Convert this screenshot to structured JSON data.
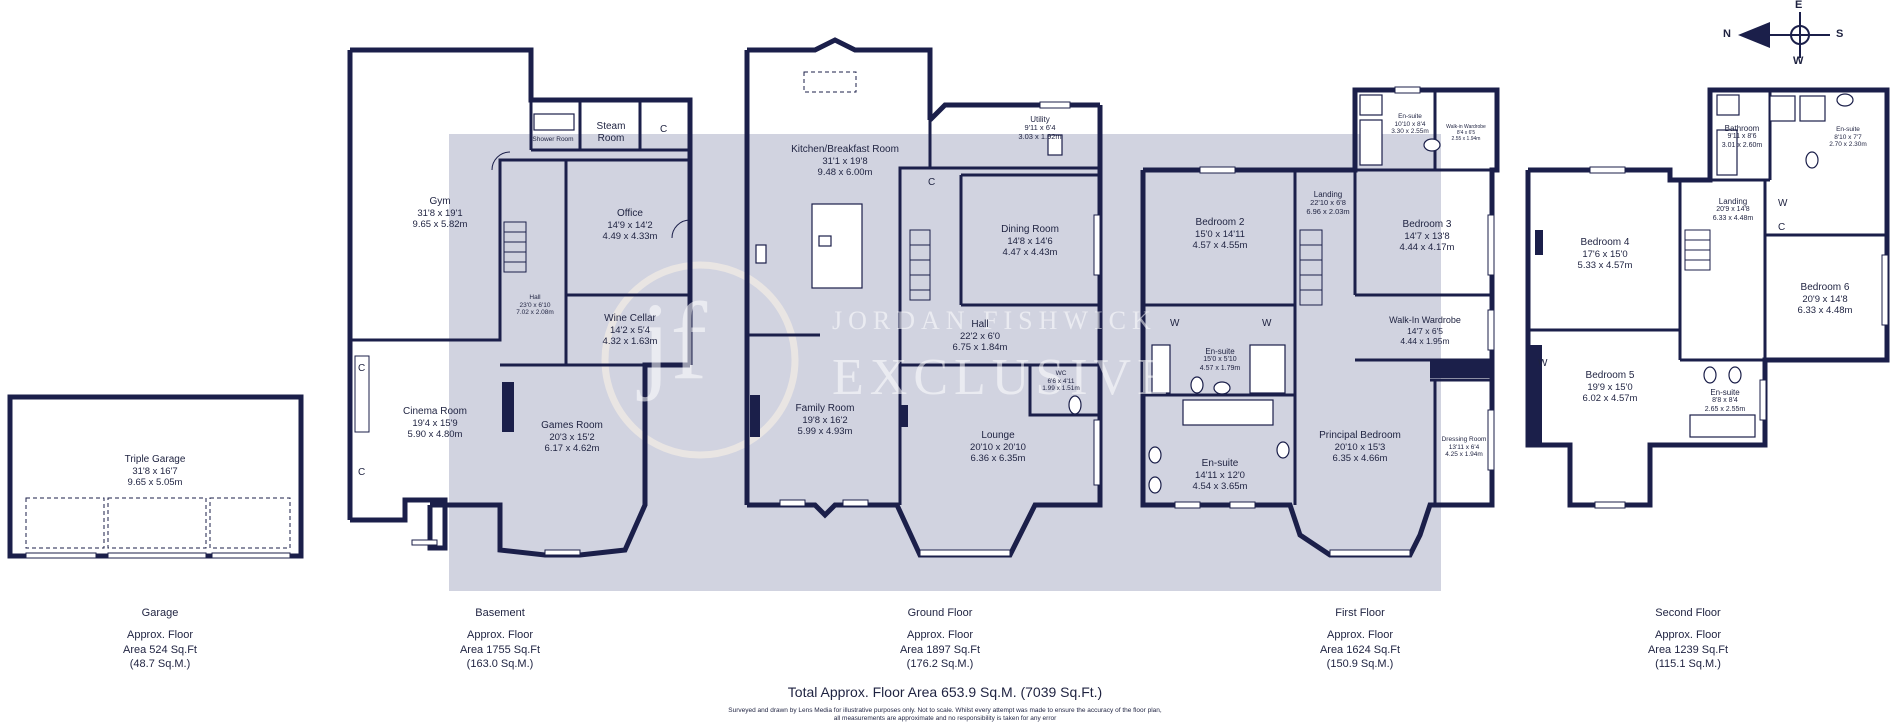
{
  "rooms": {
    "garage": {
      "name": "Triple Garage",
      "size": "31'8 x 16'7",
      "metric": "9.65 x 5.05m"
    },
    "gym": {
      "name": "Gym",
      "size": "31'8 x 19'1",
      "metric": "9.65 x 5.82m"
    },
    "shower_room": {
      "name": "Shower Room"
    },
    "steam_room": {
      "name": "Steam Room"
    },
    "office": {
      "name": "Office",
      "size": "14'9 x 14'2",
      "metric": "4.49 x 4.33m"
    },
    "basement_hall": {
      "name": "Hall",
      "size": "23'0 x 6'10",
      "metric": "7.02 x 2.08m"
    },
    "wine_cellar": {
      "name": "Wine Cellar",
      "size": "14'2 x 5'4",
      "metric": "4.32 x 1.63m"
    },
    "cinema": {
      "name": "Cinema Room",
      "size": "19'4 x 15'9",
      "metric": "5.90 x 4.80m"
    },
    "games": {
      "name": "Games Room",
      "size": "20'3 x 15'2",
      "metric": "6.17 x 4.62m"
    },
    "kitchen": {
      "name": "Kitchen/Breakfast Room",
      "size": "31'1 x 19'8",
      "metric": "9.48 x 6.00m"
    },
    "utility": {
      "name": "Utility",
      "size": "9'11 x 6'4",
      "metric": "3.03 x 1.92m"
    },
    "dining": {
      "name": "Dining Room",
      "size": "14'8 x 14'6",
      "metric": "4.47 x 4.43m"
    },
    "ground_hall": {
      "name": "Hall",
      "size": "22'2 x 6'0",
      "metric": "6.75 x 1.84m"
    },
    "wc": {
      "name": "WC",
      "size": "6'6 x 4'11",
      "metric": "1.99 x 1.51m"
    },
    "family": {
      "name": "Family Room",
      "size": "19'8 x 16'2",
      "metric": "5.99 x 4.93m"
    },
    "lounge": {
      "name": "Lounge",
      "size": "20'10 x 20'10",
      "metric": "6.36 x 6.35m"
    },
    "bedroom2": {
      "name": "Bedroom 2",
      "size": "15'0 x 14'11",
      "metric": "4.57 x 4.55m"
    },
    "landing1": {
      "name": "Landing",
      "size": "22'10 x 6'8",
      "metric": "6.96 x 2.03m"
    },
    "ensuite_top": {
      "name": "En-suite",
      "size": "10'10 x 8'4",
      "metric": "3.30 x 2.55m"
    },
    "walkin_small": {
      "name": "Walk-in Wardrobe",
      "size": "8'4 x 6'5",
      "metric": "2.55 x 1.94m"
    },
    "bedroom3": {
      "name": "Bedroom 3",
      "size": "14'7 x 13'8",
      "metric": "4.44 x 4.17m"
    },
    "walkin": {
      "name": "Walk-In Wardrobe",
      "size": "14'7 x 6'5",
      "metric": "4.44 x 1.95m"
    },
    "ensuite_mid": {
      "name": "En-suite",
      "size": "15'0 x 5'10",
      "metric": "4.57 x 1.79m"
    },
    "ensuite_low": {
      "name": "En-suite",
      "size": "14'11 x 12'0",
      "metric": "4.54 x 3.65m"
    },
    "principal": {
      "name": "Principal Bedroom",
      "size": "20'10 x 15'3",
      "metric": "6.35 x 4.66m"
    },
    "dressing": {
      "name": "Dressing Room",
      "size": "13'11 x 6'4",
      "metric": "4.25 x 1.94m"
    },
    "bathroom": {
      "name": "Bathroom",
      "size": "9'11 x 8'6",
      "metric": "3.01 x 2.60m"
    },
    "ensuite_2a": {
      "name": "En-suite",
      "size": "8'10 x 7'7",
      "metric": "2.70 x 2.30m"
    },
    "bedroom4": {
      "name": "Bedroom 4",
      "size": "17'6 x 15'0",
      "metric": "5.33 x 4.57m"
    },
    "landing2": {
      "name": "Landing",
      "size": "20'9 x 14'8",
      "metric": "6.33 x 4.48m"
    },
    "bedroom6": {
      "name": "Bedroom 6",
      "size": "20'9 x 14'8",
      "metric": "6.33 x 4.48m"
    },
    "bedroom5": {
      "name": "Bedroom 5",
      "size": "19'9 x 15'0",
      "metric": "6.02 x 4.57m"
    },
    "ensuite_2b": {
      "name": "En-suite",
      "size": "8'8 x 8'4",
      "metric": "2.65 x 2.55m"
    }
  },
  "markers": {
    "cupboard": "C",
    "wardrobe": "W"
  },
  "floors": {
    "garage": {
      "name": "Garage",
      "line1": "Approx. Floor",
      "line2": "Area 524 Sq.Ft",
      "line3": "(48.7 Sq.M.)"
    },
    "basement": {
      "name": "Basement",
      "line1": "Approx. Floor",
      "line2": "Area 1755 Sq.Ft",
      "line3": "(163.0 Sq.M.)"
    },
    "ground": {
      "name": "Ground Floor",
      "line1": "Approx. Floor",
      "line2": "Area 1897 Sq.Ft",
      "line3": "(176.2 Sq.M.)"
    },
    "first": {
      "name": "First Floor",
      "line1": "Approx. Floor",
      "line2": "Area 1624 Sq.Ft",
      "line3": "(150.9 Sq.M.)"
    },
    "second": {
      "name": "Second Floor",
      "line1": "Approx. Floor",
      "line2": "Area 1239 Sq.Ft",
      "line3": "(115.1 Sq.M.)"
    }
  },
  "total": "Total Approx. Floor Area 653.9 Sq.M. (7039 Sq.Ft.)",
  "disclaimer": {
    "line1": "Surveyed and drawn by Lens Media for illustrative purposes only. Not to scale. Whilst every attempt was made to ensure the accuracy of the floor plan,",
    "line2": "all measurements are approximate and no responsibility is taken for any error"
  },
  "compass": {
    "n": "N",
    "e": "E",
    "s": "S",
    "w": "W"
  },
  "watermark": {
    "monogram": "jf",
    "line1": "JORDAN FISHWICK",
    "line2": "EXCLUSIVE"
  },
  "colors": {
    "walls": "#1b1f4a",
    "overlay": "#c9cbdb",
    "text": "#1e2240"
  }
}
